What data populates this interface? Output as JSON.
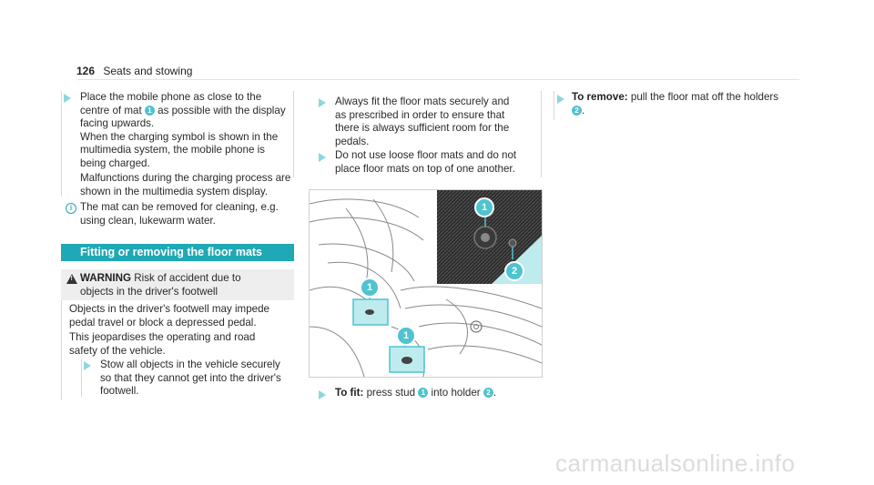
{
  "header": {
    "page_number": "126",
    "section": "Seats and stowing"
  },
  "col1": {
    "step1": {
      "line1": "Place the mobile phone as close to the",
      "line2a": "centre of mat",
      "line2b": "as possible with the display",
      "line3": "facing upwards.",
      "line4": "When the charging symbol is shown in the",
      "line5": "multimedia system, the mobile phone is",
      "line6": "being charged.",
      "line7": "Malfunctions during the charging process are",
      "line8": "shown in the multimedia system display."
    },
    "note": {
      "line1": "The mat can be removed for cleaning, e.g.",
      "line2": "using clean, lukewarm water."
    },
    "section_title": "Fitting or removing the floor mats",
    "warning": {
      "title": "WARNING",
      "line1": "Risk of accident due to",
      "line2": "objects in the driver's footwell",
      "body1": "Objects in the driver's footwell may impede",
      "body2": "pedal travel or block a depressed pedal.",
      "body3": "This jeopardises the operating and road",
      "body4": "safety of the vehicle.",
      "step_line1": "Stow all objects in the vehicle securely",
      "step_line2": "so that they cannot get into the driver's",
      "step_line3": "footwell."
    }
  },
  "col2": {
    "b1_line1": "Always fit the floor mats securely and",
    "b1_line2": "as prescribed in order to ensure that",
    "b1_line3": "there is always sufficient room for the",
    "b1_line4": "pedals.",
    "b2_line1": "Do not use loose floor mats and do not",
    "b2_line2": "place floor mats on top of one another.",
    "fit_label": "To fit:",
    "fit_a": "press stud",
    "fit_b": "into holder",
    "fit_end": "."
  },
  "col3": {
    "remove_label": "To remove:",
    "remove_a": "pull the floor mat off the holders",
    "remove_end": "."
  },
  "callouts": {
    "one": "1",
    "two": "2"
  },
  "watermark": "carmanualsonline.info",
  "colors": {
    "accent": "#1fa8b5",
    "arrow": "#8fd6df",
    "callout": "#4fc3cf",
    "warning_bg": "#eeeeee"
  }
}
